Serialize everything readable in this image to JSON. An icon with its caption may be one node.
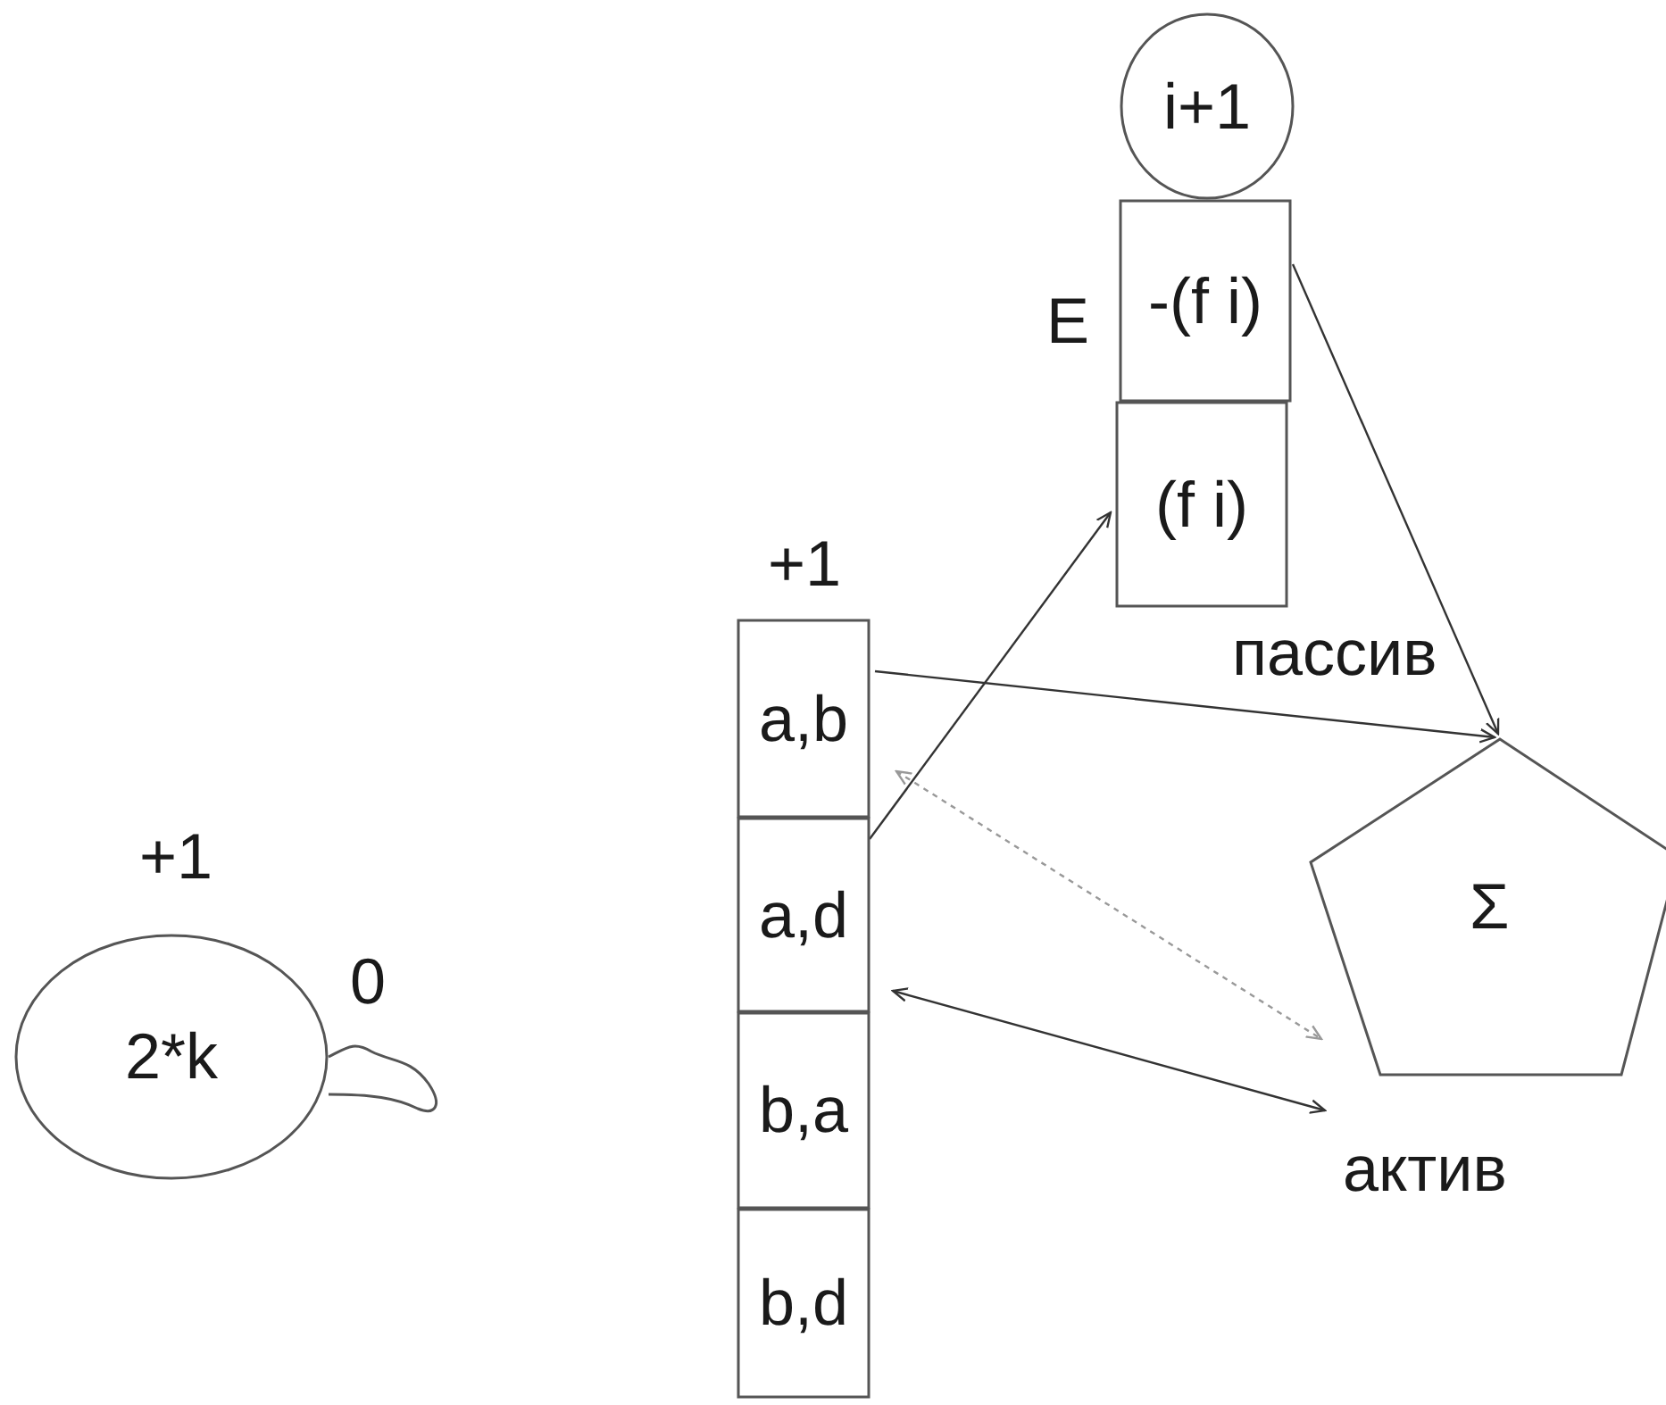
{
  "diagram": {
    "nodes": [
      {
        "text": [
          "2*k"
        ],
        "beside": [
          "+1",
          "0"
        ]
      },
      {
        "text": [
          "i+1"
        ]
      },
      {
        "text": [
          "-(f i)"
        ],
        "beside": [
          "E"
        ]
      },
      {
        "text": [
          "(f i)"
        ]
      },
      {
        "text": [
          "a,b"
        ],
        "beside": [
          "+1"
        ]
      },
      {
        "text": [
          "a,d"
        ]
      },
      {
        "text": [
          "b,a"
        ]
      },
      {
        "text": [
          "b,d"
        ]
      },
      {
        "text": [
          "Σ"
        ],
        "beside": [
          "пассив",
          "актив"
        ]
      }
    ],
    "edges": [
      {
        "from": 5,
        "to": 3,
        "arrow": "to"
      },
      {
        "from": 2,
        "to": 8,
        "arrow": "to"
      },
      {
        "from": 4,
        "to": 8,
        "arrow": "to"
      },
      {
        "from": 4,
        "to": 8,
        "arrow": "both",
        "style": "dashed",
        "color": "#999999"
      },
      {
        "from": 5,
        "to": 8,
        "arrow": "both"
      }
    ]
  }
}
